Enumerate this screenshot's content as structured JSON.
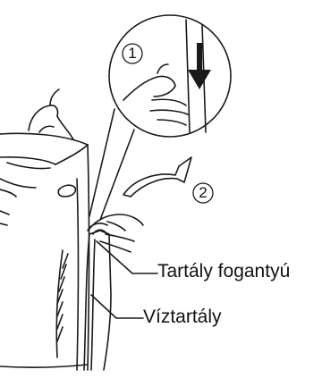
{
  "steps": [
    {
      "number": "1"
    },
    {
      "number": "2"
    }
  ],
  "callouts": {
    "handle": "Tartály fogantyú",
    "tank": "Víztartály"
  }
}
